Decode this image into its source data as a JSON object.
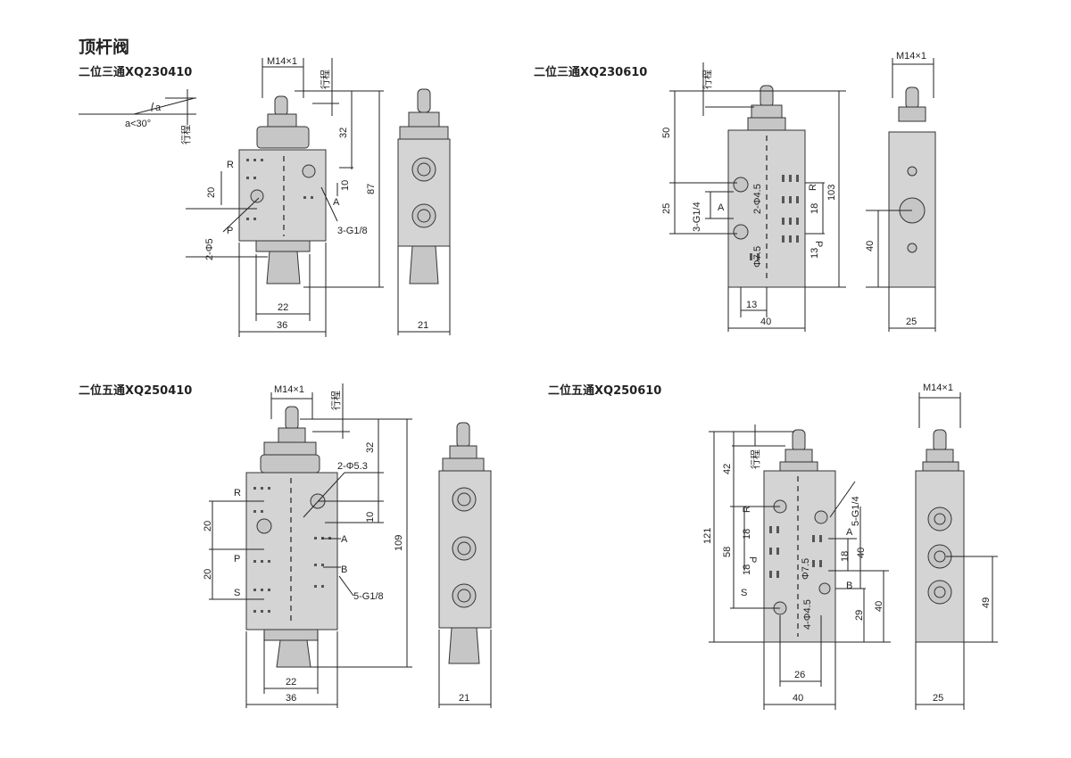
{
  "page_title": "顶杆阀",
  "sections": [
    {
      "label": "二位三通XQ230410"
    },
    {
      "label": "二位三通XQ230610"
    },
    {
      "label": "二位五通XQ250410"
    },
    {
      "label": "二位五通XQ250610"
    }
  ],
  "dims": {
    "d1": {
      "thread": "M14×1",
      "stroke": "行程",
      "angle": "a",
      "angle_note": "a<30°",
      "d32": "32",
      "d87": "87",
      "d10": "10",
      "d20": "20",
      "hole": "2-Φ5",
      "port": "3-G1/8",
      "r": "R",
      "a_port": "A",
      "p": "P",
      "w22": "22",
      "w36": "36",
      "w21": "21"
    },
    "d2": {
      "thread": "M14×1",
      "stroke": "行程",
      "d50": "50",
      "d25": "25",
      "d103": "103",
      "port": "3-G1/4",
      "hole": "2-Φ4.5",
      "dia": "Φ7.5",
      "a_port": "A",
      "r": "R",
      "p": "P",
      "d18": "18",
      "d13a": "13",
      "d13b": "13",
      "d40": "40",
      "w40": "40",
      "w25": "25"
    },
    "d3": {
      "thread": "M14×1",
      "stroke": "行程",
      "d32": "32",
      "hole": "2-Φ5.3",
      "d10": "10",
      "d109": "109",
      "d20a": "20",
      "d20b": "20",
      "r": "R",
      "a_port": "A",
      "p": "P",
      "b_port": "B",
      "s": "S",
      "port": "5-G1/8",
      "w22": "22",
      "w36": "36",
      "w21": "21"
    },
    "d4": {
      "thread": "M14×1",
      "stroke": "行程",
      "d42": "42",
      "d121": "121",
      "d58": "58",
      "d18a": "18",
      "d18b": "18",
      "port": "5-G1/4",
      "a_port": "A",
      "b_port": "B",
      "r": "R",
      "p": "P",
      "s": "S",
      "d18c": "18",
      "d40a": "40",
      "dia": "Φ7.5",
      "hole": "4-Φ4.5",
      "d29": "29",
      "d40b": "40",
      "w26": "26",
      "w40": "40",
      "w25": "25",
      "d49": "49"
    }
  }
}
